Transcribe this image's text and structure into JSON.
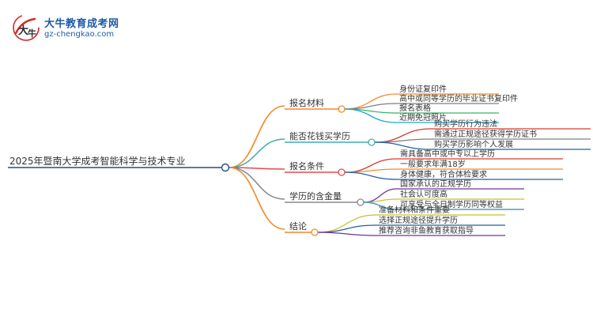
{
  "logo": {
    "brand": "大牛教育成考网",
    "url": "gz-chengkao.com",
    "badge_glyph": "大牛",
    "colors": {
      "brand": "#1d5ba8",
      "badge_red": "#d6262b",
      "badge_ink": "#2a2a2a"
    }
  },
  "mindmap": {
    "root": "2025年暨南大学成考智能科学与技术专业",
    "branches": [
      {
        "label": "报名材料",
        "color": "#f08a2a",
        "children": [
          {
            "label": "身份证复印件",
            "color": "#f08a2a"
          },
          {
            "label": "高中或同等学历的毕业证书复印件",
            "color": "#7f7f7f"
          },
          {
            "label": "报名表格",
            "color": "#37b36a"
          },
          {
            "label": "近期免冠照片",
            "color": "#19a9d8"
          }
        ]
      },
      {
        "label": "能否花钱买学历",
        "color": "#3bb0a8",
        "children": [
          {
            "label": "购买学历行为违法",
            "color": "#d63b2f"
          },
          {
            "label": "需通过正规途径获得学历证书",
            "color": "#7f7f7f"
          },
          {
            "label": "购买学历影响个人发展",
            "color": "#1f5fa8"
          }
        ]
      },
      {
        "label": "报名条件",
        "color": "#e6484f",
        "children": [
          {
            "label": "需具备高中或中专以上学历",
            "color": "#d63b2f"
          },
          {
            "label": "一般要求年满18岁",
            "color": "#f08a2a"
          },
          {
            "label": "身体健康，符合体检要求",
            "color": "#1f5fa8"
          }
        ]
      },
      {
        "label": "学历的含金量",
        "color": "#8a8a8a",
        "children": [
          {
            "label": "国家承认的正规学历",
            "color": "#7030a0"
          },
          {
            "label": "社会认可度高",
            "color": "#c7c12a"
          },
          {
            "label": "可享受与全日制学历同等权益",
            "color": "#2a8ab8"
          }
        ]
      },
      {
        "label": "结论",
        "color": "#f08a2a",
        "children": [
          {
            "label": "准备材料和条件重要",
            "color": "#c7c12a"
          },
          {
            "label": "选择正规途径提升学历",
            "color": "#1f5fa8"
          },
          {
            "label": "推荐咨询非鱼教育获取指导",
            "color": "#7030a0"
          }
        ]
      }
    ]
  }
}
